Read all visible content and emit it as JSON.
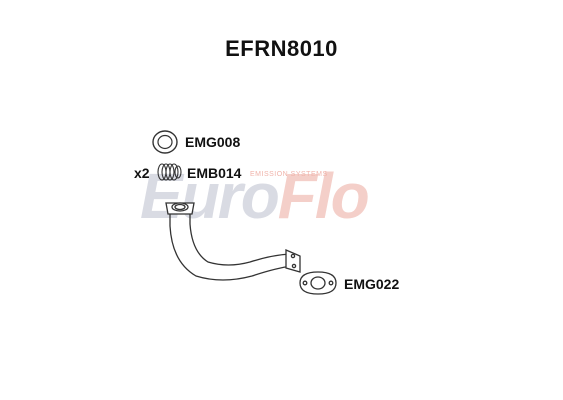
{
  "title": "EFRN8010",
  "watermark": {
    "part1": "Euro",
    "part2": "Flo",
    "tagline": "EMISSION SYSTEMS",
    "colors": {
      "grey": "#d9dbe3",
      "red": "#f4cfc9"
    }
  },
  "parts": {
    "gasket_ring": {
      "code": "EMG008",
      "icon": "ring-gasket-icon"
    },
    "spring": {
      "code": "EMB014",
      "quantity": "x2",
      "icon": "spring-icon"
    },
    "flange_gasket": {
      "code": "EMG022",
      "icon": "flange-gasket-icon"
    },
    "pipe": {
      "icon": "front-pipe-icon"
    }
  }
}
